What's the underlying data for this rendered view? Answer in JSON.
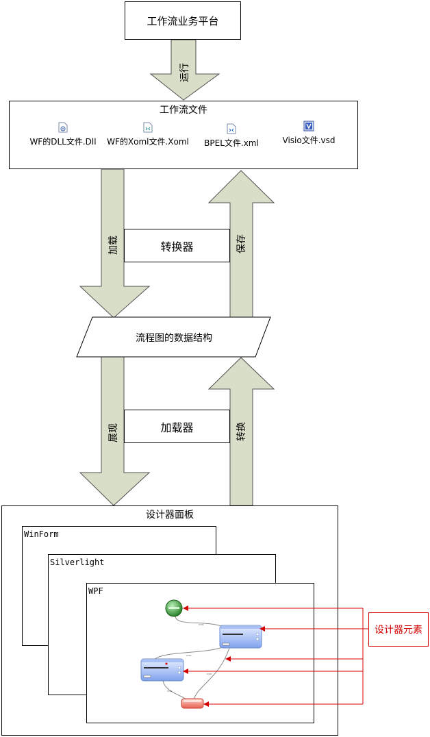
{
  "nodes": {
    "platform": "工作流业务平台",
    "files_title": "工作流文件",
    "converter": "转换器",
    "data_structure": "流程图的数据结构",
    "loader": "加载器",
    "designer_panel": "设计器面板",
    "winform": "WinForm",
    "silverlight": "Silverlight",
    "wpf": "WPF",
    "designer_elements": "设计器元素"
  },
  "files": [
    {
      "label": "WF的DLL文件.Dll",
      "icon": "dll-file-icon"
    },
    {
      "label": "WF的Xoml文件.Xoml",
      "icon": "xoml-file-icon"
    },
    {
      "label": "BPEL文件.xml",
      "icon": "xml-file-icon"
    },
    {
      "label": "Visio文件.vsd",
      "icon": "visio-file-icon"
    }
  ],
  "arrows": {
    "run": "运行",
    "load": "加载",
    "save": "保存",
    "render": "展现",
    "convert": "转换"
  },
  "colors": {
    "arrow_fill": "#d9dec9",
    "arrow_stroke": "#505050",
    "callout": "#d40000",
    "node_blue": "#8fb0f0",
    "node_green": "#3a9a3a",
    "node_red": "#f08070"
  }
}
